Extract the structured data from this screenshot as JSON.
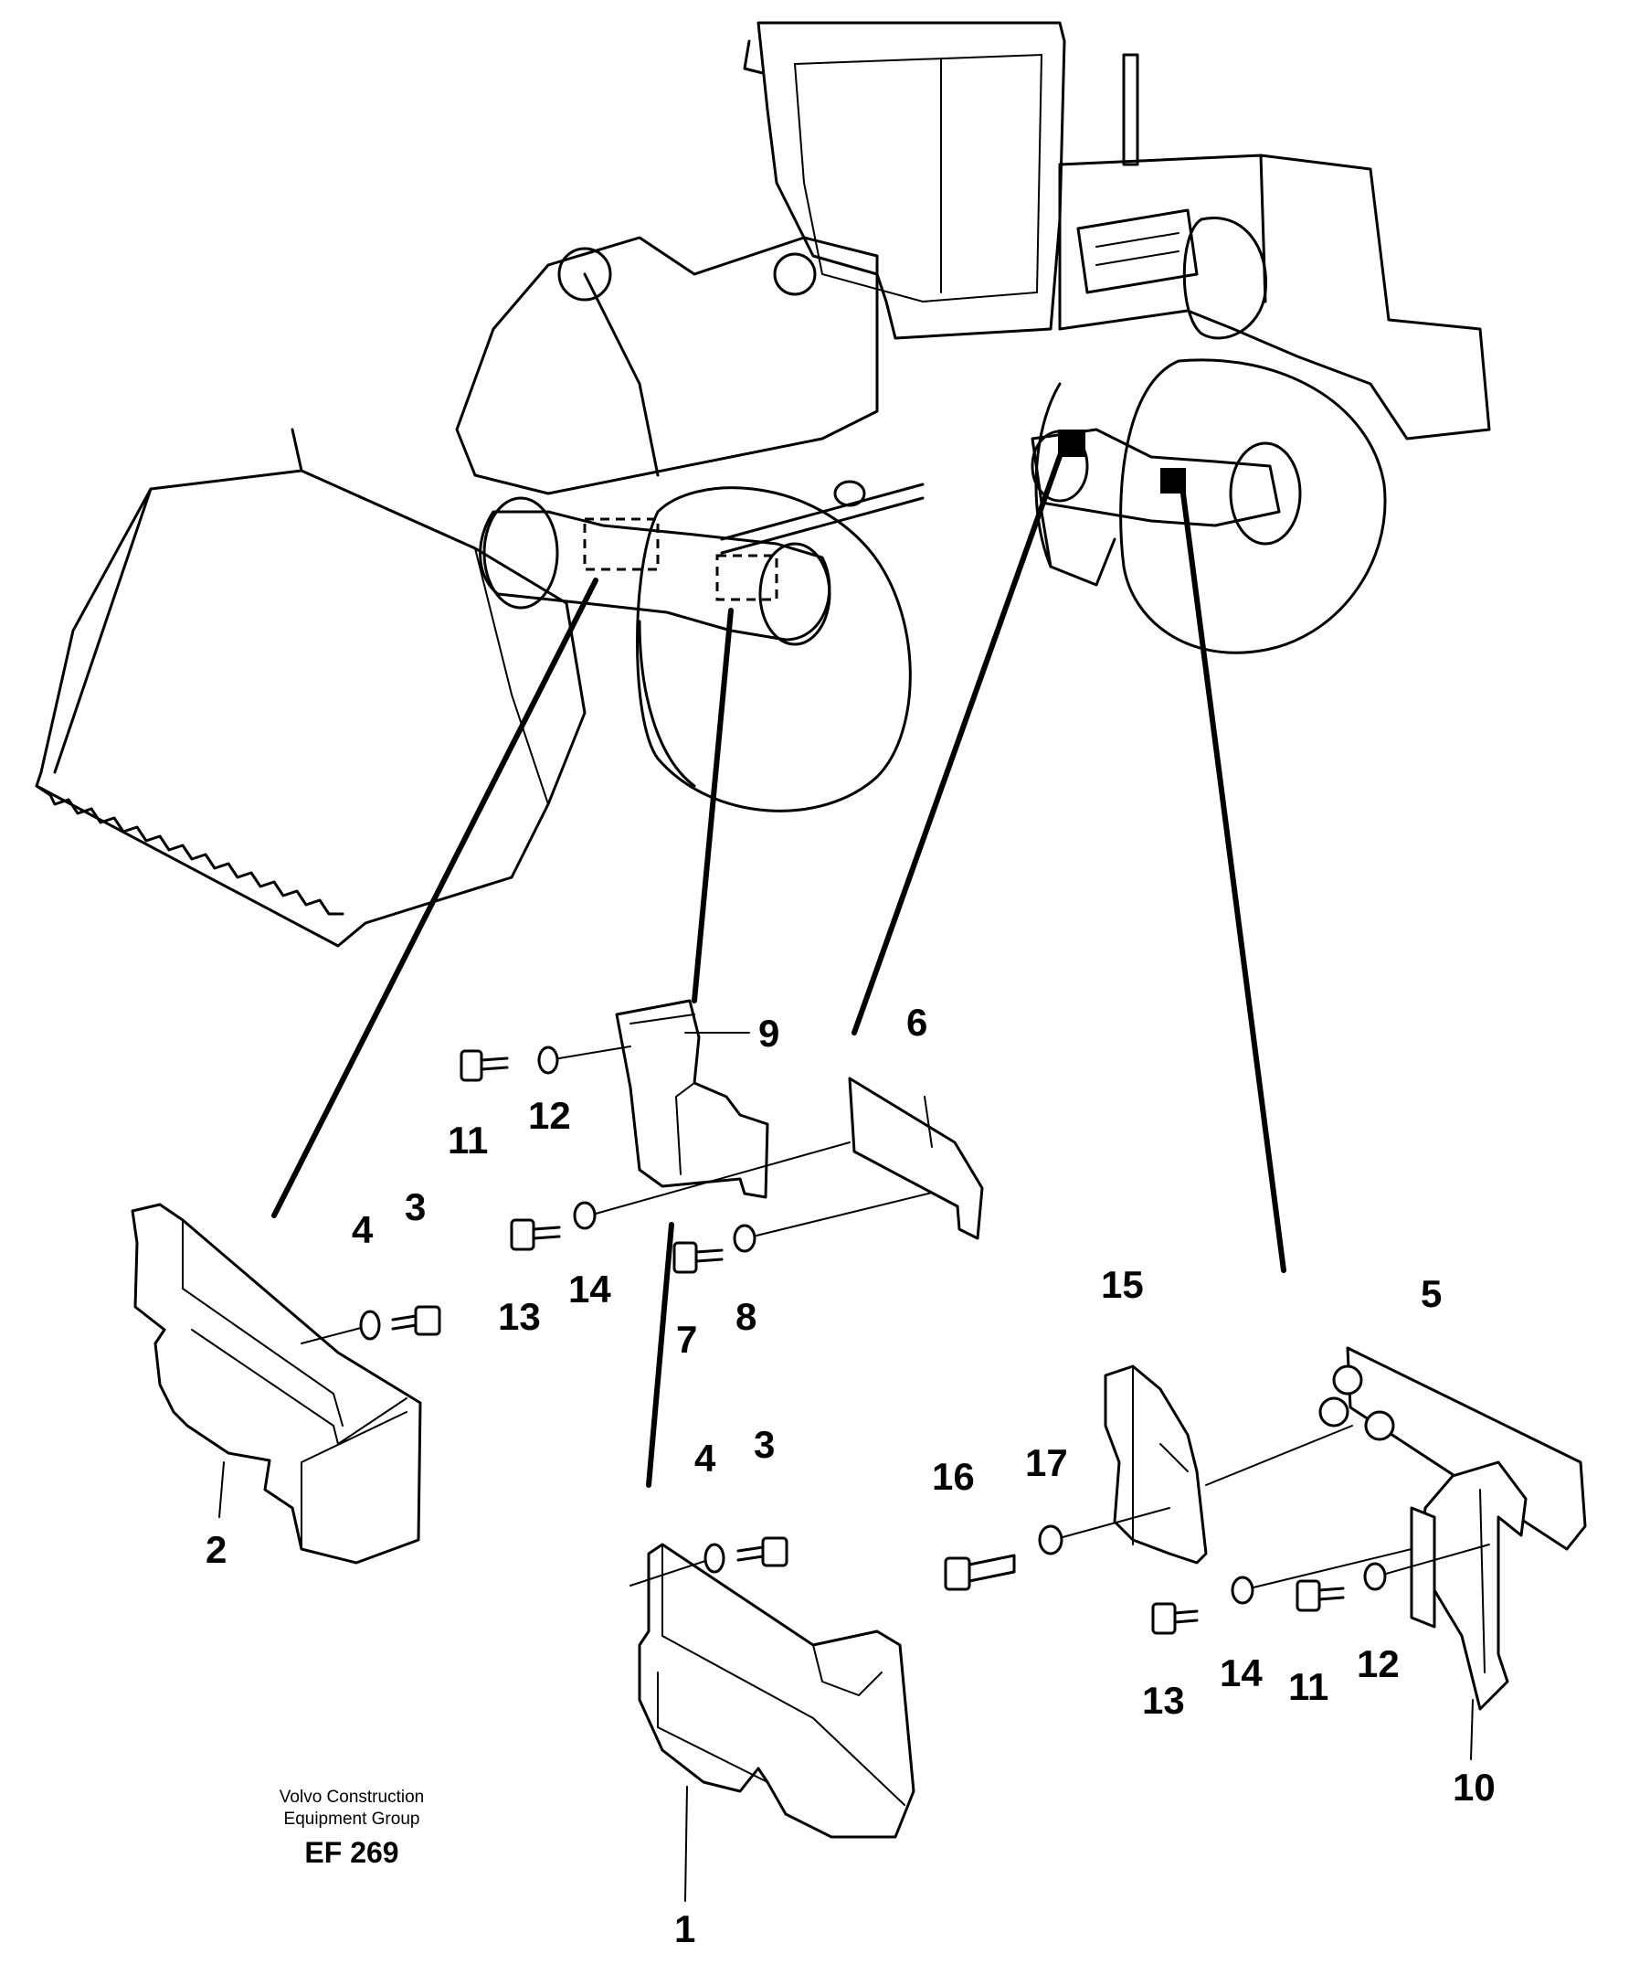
{
  "caption": {
    "org_line1": "Volvo Construction",
    "org_line2": "Equipment Group",
    "code": "EF 269"
  },
  "callouts": [
    "1",
    "2",
    "3",
    "4",
    "5",
    "6",
    "7",
    "8",
    "9",
    "10",
    "11",
    "12",
    "13",
    "14",
    "15",
    "16",
    "17"
  ],
  "labels": {
    "l9": "9",
    "l6": "6",
    "l11a": "11",
    "l12a": "12",
    "l4a": "4",
    "l3a": "3",
    "l2": "2",
    "l13a": "13",
    "l14a": "14",
    "l7": "7",
    "l8": "8",
    "l4b": "4",
    "l3b": "3",
    "l1": "1",
    "l15": "15",
    "l5": "5",
    "l16": "16",
    "l17": "17",
    "l13b": "13",
    "l14b": "14",
    "l11b": "11",
    "l12b": "12",
    "l10": "10"
  }
}
